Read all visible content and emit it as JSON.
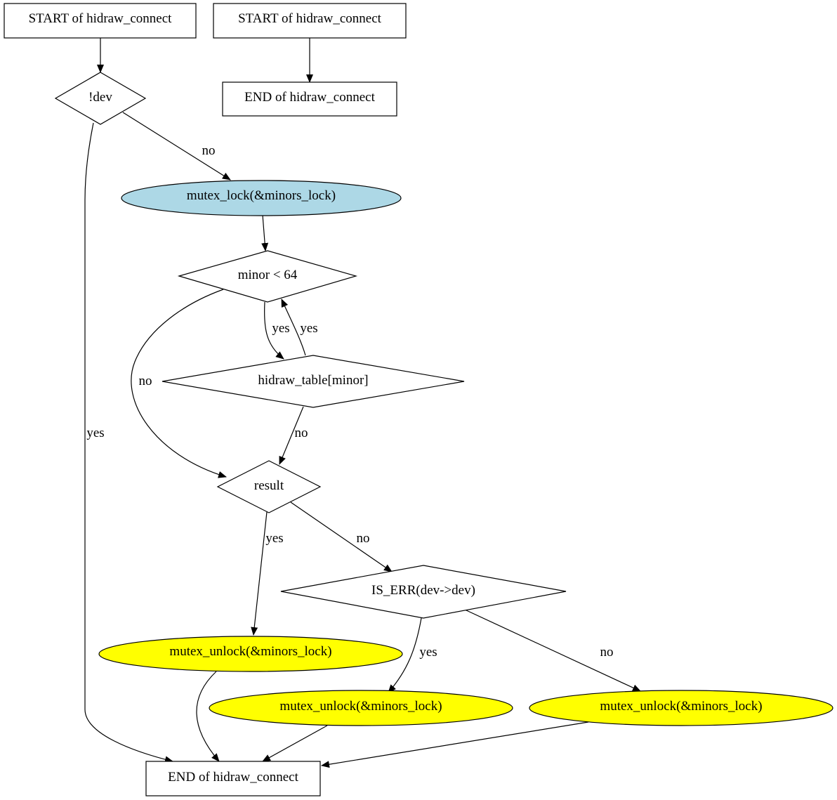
{
  "colors": {
    "stroke": "#000000",
    "light_blue": "#add8e6",
    "yellow": "#ffff00",
    "white": "#ffffff"
  },
  "nodes": {
    "start_1": "START of hidraw_connect",
    "start_2": "START of hidraw_connect",
    "end_2": "END of hidraw_connect",
    "not_dev": "!dev",
    "mutex_lock": "mutex_lock(&minors_lock)",
    "minor_lt": "minor < 64",
    "hidraw_table": "hidraw_table[minor]",
    "result": "result",
    "is_err": "IS_ERR(dev->dev)",
    "unlock_1": "mutex_unlock(&minors_lock)",
    "unlock_2": "mutex_unlock(&minors_lock)",
    "unlock_3": "mutex_unlock(&minors_lock)",
    "end_1": "END of hidraw_connect"
  },
  "edges": {
    "notdev_no": "no",
    "notdev_yes": "yes",
    "minor_yes": "yes",
    "table_yes": "yes",
    "minor_no": "no",
    "table_no": "no",
    "result_yes": "yes",
    "result_no": "no",
    "iserr_yes": "yes",
    "iserr_no": "no"
  }
}
